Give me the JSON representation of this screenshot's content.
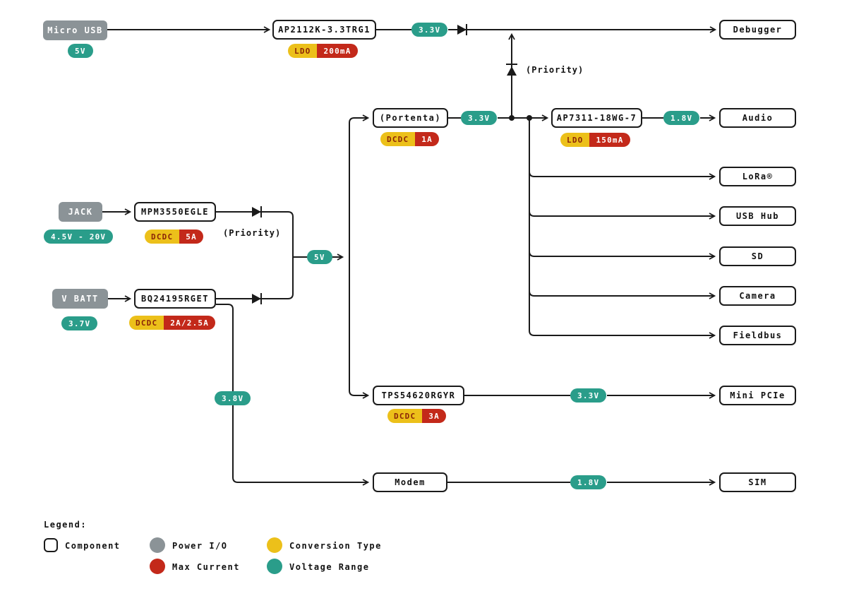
{
  "colors": {
    "teal_voltage": "#2A9D8A",
    "gray_power_io": "#8B9397",
    "yellow_conversion": "#ECC01A",
    "red_max_current": "#C3291A",
    "line": "#1a1a1a"
  },
  "sources": {
    "micro_usb": {
      "label": "Micro USB",
      "range": "5V"
    },
    "jack": {
      "label": "JACK",
      "range": "4.5V - 20V"
    },
    "vbatt": {
      "label": "V BATT",
      "range": "3.7V"
    }
  },
  "converters": {
    "ap2112k": {
      "name": "AP2112K-3.3TRG1",
      "type": "LDO",
      "max": "200mA"
    },
    "portenta": {
      "name": "(Portenta)",
      "type": "DCDC",
      "max": "1A"
    },
    "ap7311": {
      "name": "AP7311-18WG-7",
      "type": "LDO",
      "max": "150mA"
    },
    "mpm3550": {
      "name": "MPM3550EGLE",
      "type": "DCDC",
      "max": "5A"
    },
    "bq24195": {
      "name": "BQ24195RGET",
      "type": "DCDC",
      "max": "2A/2.5A"
    },
    "tps54620": {
      "name": "TPS54620RGYR",
      "type": "DCDC",
      "max": "3A"
    },
    "modem": {
      "name": "Modem"
    }
  },
  "rails": {
    "v33_debugger": "3.3V",
    "v33_portenta": "3.3V",
    "v18_audio": "1.8V",
    "v5_node": "5V",
    "v38_modem": "3.8V",
    "v33_pcie": "3.3V",
    "v18_sim": "1.8V"
  },
  "sinks": {
    "debugger": {
      "label": "Debugger"
    },
    "audio": {
      "label": "Audio"
    },
    "lora": {
      "label": "LoRa®"
    },
    "usb_hub": {
      "label": "USB Hub"
    },
    "sd": {
      "label": "SD"
    },
    "camera": {
      "label": "Camera"
    },
    "fieldbus": {
      "label": "Fieldbus"
    },
    "mini_pcie": {
      "label": "Mini PCIe"
    },
    "sim": {
      "label": "SIM"
    }
  },
  "annotations": {
    "priority_usb": "(Priority)",
    "priority_jack": "(Priority)"
  },
  "legend": {
    "title": "Legend:",
    "component": "Component",
    "power_io": "Power I/O",
    "conversion_type": "Conversion Type",
    "max_current": "Max Current",
    "voltage_range": "Voltage Range"
  }
}
